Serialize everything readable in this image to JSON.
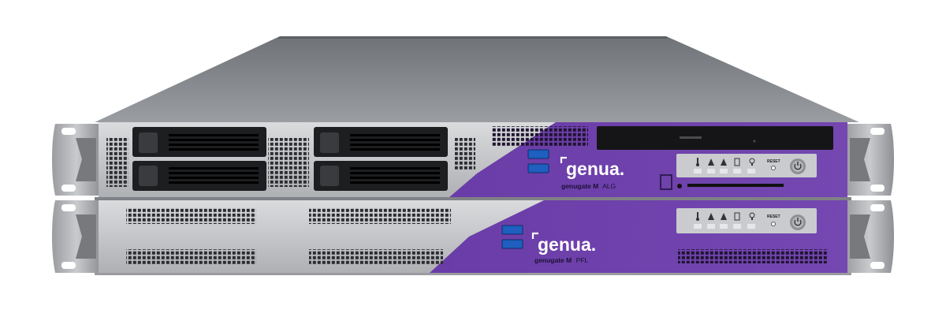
{
  "colors": {
    "brand_purple": "#6b3fa6",
    "brand_purple_dark": "#5a3190",
    "chassis_top": "#8a8d92",
    "chassis_top_dark": "#6c6f74",
    "front_silver": "#bfc1c4",
    "front_silver_light": "#d6d8da",
    "usb_blue": "#1e5fbf",
    "led_panel": "#c9cbce"
  },
  "units": [
    {
      "brand": "genua.",
      "model_bold": "genugate M",
      "model_suffix": "ALG",
      "reset_label": "RESET",
      "status_icons": [
        "thermometer-icon",
        "network-icon",
        "network-icon",
        "drive-icon",
        "power-supply-icon"
      ],
      "drive_bays": 4
    },
    {
      "brand": "genua.",
      "model_bold": "genugate M",
      "model_suffix": "PFL",
      "reset_label": "RESET",
      "status_icons": [
        "thermometer-icon",
        "network-icon",
        "network-icon",
        "drive-icon",
        "power-supply-icon"
      ],
      "drive_bays": 0
    }
  ]
}
